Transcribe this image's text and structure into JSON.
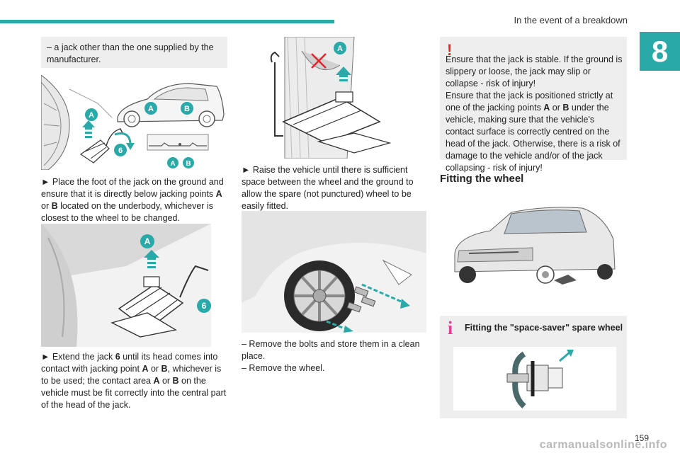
{
  "header": {
    "title": "In the event of a breakdown",
    "chapter": "8"
  },
  "col1": {
    "note": "– a jack other than the one supplied by the manufacturer.",
    "step1_prefix": "►  Place the foot of the jack on the ground and ensure that it is directly below jacking points ",
    "point_a": "A",
    "or": " or ",
    "point_b": "B",
    "step1_suffix": " located on the underbody, whichever is closest to the wheel to be changed.",
    "step2_prefix": "►  Extend the jack ",
    "jack_num": "6",
    "step2_mid1": " until its head comes into contact with jacking point ",
    "step2_mid2": ", whichever is to be used; the contact area ",
    "step2_mid3": " on the vehicle must be fit correctly into the central part of the head of the jack.",
    "on": " on"
  },
  "col2": {
    "step3": "►  Raise the vehicle until there is sufficient space between the wheel and the ground to allow the spare (not punctured) wheel to be easily fitted.",
    "step4": "–  Remove the bolts and store them in a clean place.",
    "step5": "–  Remove the wheel."
  },
  "col3": {
    "warning_prefix": "Ensure that the jack is stable. If the ground is slippery or loose, the jack may slip or collapse - risk of injury!\nEnsure that the jack is positioned strictly at one of the jacking points ",
    "warning_mid": " under the vehicle, making sure that the vehicle's contact surface is correctly centred on the head of the jack. Otherwise, there is a risk of damage to the vehicle and/or of the jack collapsing - risk of injury!",
    "section_title": "Fitting the wheel",
    "info_title": "Fitting the \"space-saver\" spare wheel"
  },
  "labels": {
    "a": "A",
    "b": "B",
    "six": "6"
  },
  "footer": {
    "page": "159",
    "watermark": "carmanualsonline.info"
  },
  "colors": {
    "accent": "#2aa9a9",
    "badge": "#2aa9a9",
    "warning": "#e0262b",
    "info": "#e03fa0"
  }
}
